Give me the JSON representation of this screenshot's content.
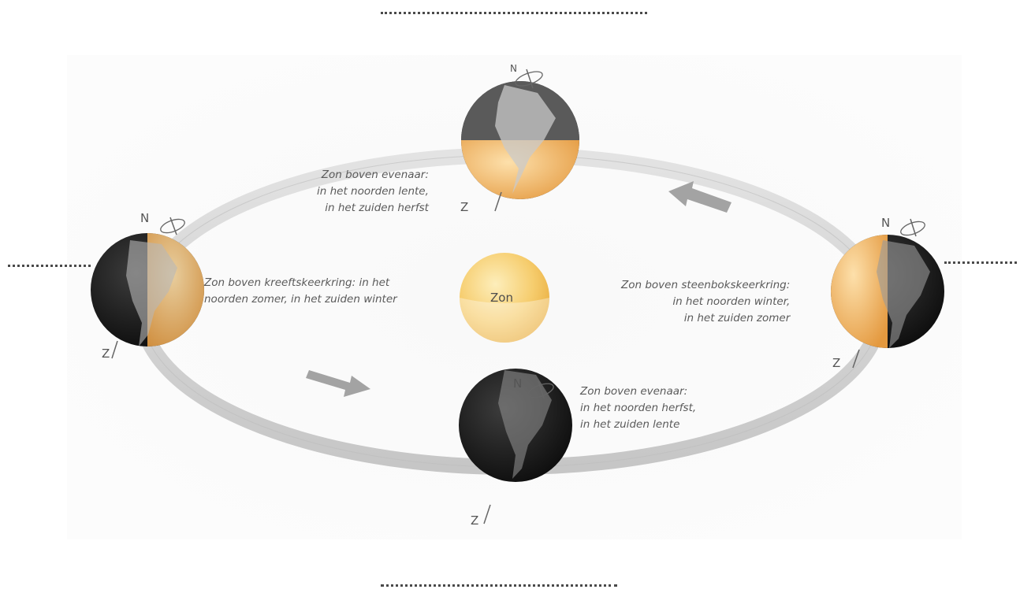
{
  "blanks": {
    "top": "",
    "left": "",
    "right": "",
    "bottom": ""
  },
  "sun": {
    "label": "Zon"
  },
  "positions": {
    "top": {
      "lines": [
        "Zon boven evenaar:",
        "in het noorden lente,",
        "in het zuiden herfst"
      ],
      "north": "N",
      "south": "Z"
    },
    "left": {
      "lines": [
        "Zon boven kreeftskeerkring: in het",
        "noorden zomer, in het zuiden winter"
      ],
      "north": "N",
      "south": "Z"
    },
    "right": {
      "lines": [
        "Zon boven steenbokskeerkring:",
        "in het noorden winter,",
        "in het zuiden zomer"
      ],
      "north": "N",
      "south": "Z"
    },
    "bottom": {
      "lines": [
        "Zon boven evenaar:",
        "in het noorden herfst,",
        "in het zuiden lente"
      ],
      "north": "N",
      "south": "Z"
    }
  },
  "colors": {
    "orbit": "#d9d9d9",
    "sun": "#f2c15a",
    "earth_dark": "#1c1c1c",
    "earth_lit": "#e9a95a",
    "arrow": "#a8a8a8"
  }
}
